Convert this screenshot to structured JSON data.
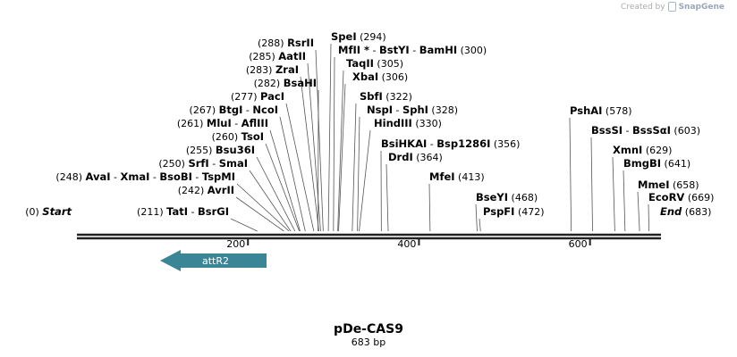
{
  "credit": {
    "prefix": "Created by",
    "brand": "SnapGene"
  },
  "plasmid": {
    "name": "pDe-CAS9",
    "length_label": "683 bp",
    "length": 683
  },
  "ruler": {
    "ticks": [
      "200",
      "400",
      "600"
    ]
  },
  "features": [
    {
      "name": "attR2",
      "color": "#3a8596",
      "direction": "reverse"
    }
  ],
  "sites": [
    {
      "pos": "(0)",
      "names": [
        "Start"
      ],
      "terminal": true,
      "star": false
    },
    {
      "pos": "(211)",
      "names": [
        "TatI",
        "BsrGI"
      ],
      "terminal": false,
      "star": false
    },
    {
      "pos": "(242)",
      "names": [
        "AvrII"
      ],
      "terminal": false,
      "star": false
    },
    {
      "pos": "(248)",
      "names": [
        "AvaI",
        "XmaI",
        "BsoBI",
        "TspMI"
      ],
      "terminal": false,
      "star": false
    },
    {
      "pos": "(250)",
      "names": [
        "SrfI",
        "SmaI"
      ],
      "terminal": false,
      "star": false
    },
    {
      "pos": "(255)",
      "names": [
        "Bsu36I"
      ],
      "terminal": false,
      "star": false
    },
    {
      "pos": "(260)",
      "names": [
        "TsoI"
      ],
      "terminal": false,
      "star": false
    },
    {
      "pos": "(261)",
      "names": [
        "MluI",
        "AflIII"
      ],
      "terminal": false,
      "star": false
    },
    {
      "pos": "(267)",
      "names": [
        "BtgI",
        "NcoI"
      ],
      "terminal": false,
      "star": false
    },
    {
      "pos": "(277)",
      "names": [
        "PacI"
      ],
      "terminal": false,
      "star": false
    },
    {
      "pos": "(282)",
      "names": [
        "BsaHI"
      ],
      "terminal": false,
      "star": false
    },
    {
      "pos": "(283)",
      "names": [
        "ZraI"
      ],
      "terminal": false,
      "star": false
    },
    {
      "pos": "(285)",
      "names": [
        "AatII"
      ],
      "terminal": false,
      "star": false
    },
    {
      "pos": "(288)",
      "names": [
        "RsrII"
      ],
      "terminal": false,
      "star": false
    },
    {
      "pos": "(294)",
      "names": [
        "SpeI"
      ],
      "terminal": false,
      "star": false
    },
    {
      "pos": "(300)",
      "names": [
        "MfII",
        "BstYI",
        "BamHI"
      ],
      "terminal": false,
      "star": true
    },
    {
      "pos": "(305)",
      "names": [
        "TaqII"
      ],
      "terminal": false,
      "star": false
    },
    {
      "pos": "(306)",
      "names": [
        "XbaI"
      ],
      "terminal": false,
      "star": false
    },
    {
      "pos": "(322)",
      "names": [
        "SbfI"
      ],
      "terminal": false,
      "star": false
    },
    {
      "pos": "(328)",
      "names": [
        "NspI",
        "SphI"
      ],
      "terminal": false,
      "star": false
    },
    {
      "pos": "(330)",
      "names": [
        "HindIII"
      ],
      "terminal": false,
      "star": false
    },
    {
      "pos": "(356)",
      "names": [
        "BsiHKAI",
        "Bsp1286I"
      ],
      "terminal": false,
      "star": false
    },
    {
      "pos": "(364)",
      "names": [
        "DrdI"
      ],
      "terminal": false,
      "star": false
    },
    {
      "pos": "(413)",
      "names": [
        "MfeI"
      ],
      "terminal": false,
      "star": false
    },
    {
      "pos": "(468)",
      "names": [
        "BseYI"
      ],
      "terminal": false,
      "star": false
    },
    {
      "pos": "(472)",
      "names": [
        "PspFI"
      ],
      "terminal": false,
      "star": false
    },
    {
      "pos": "(578)",
      "names": [
        "PshAI"
      ],
      "terminal": false,
      "star": false
    },
    {
      "pos": "(603)",
      "names": [
        "BssSI",
        "BssSαI"
      ],
      "terminal": false,
      "star": false
    },
    {
      "pos": "(629)",
      "names": [
        "XmnI"
      ],
      "terminal": false,
      "star": false
    },
    {
      "pos": "(641)",
      "names": [
        "BmgBI"
      ],
      "terminal": false,
      "star": false
    },
    {
      "pos": "(658)",
      "names": [
        "MmeI"
      ],
      "terminal": false,
      "star": false
    },
    {
      "pos": "(669)",
      "names": [
        "EcoRV"
      ],
      "terminal": false,
      "star": false
    },
    {
      "pos": "(683)",
      "names": [
        "End"
      ],
      "terminal": true,
      "star": false
    }
  ]
}
